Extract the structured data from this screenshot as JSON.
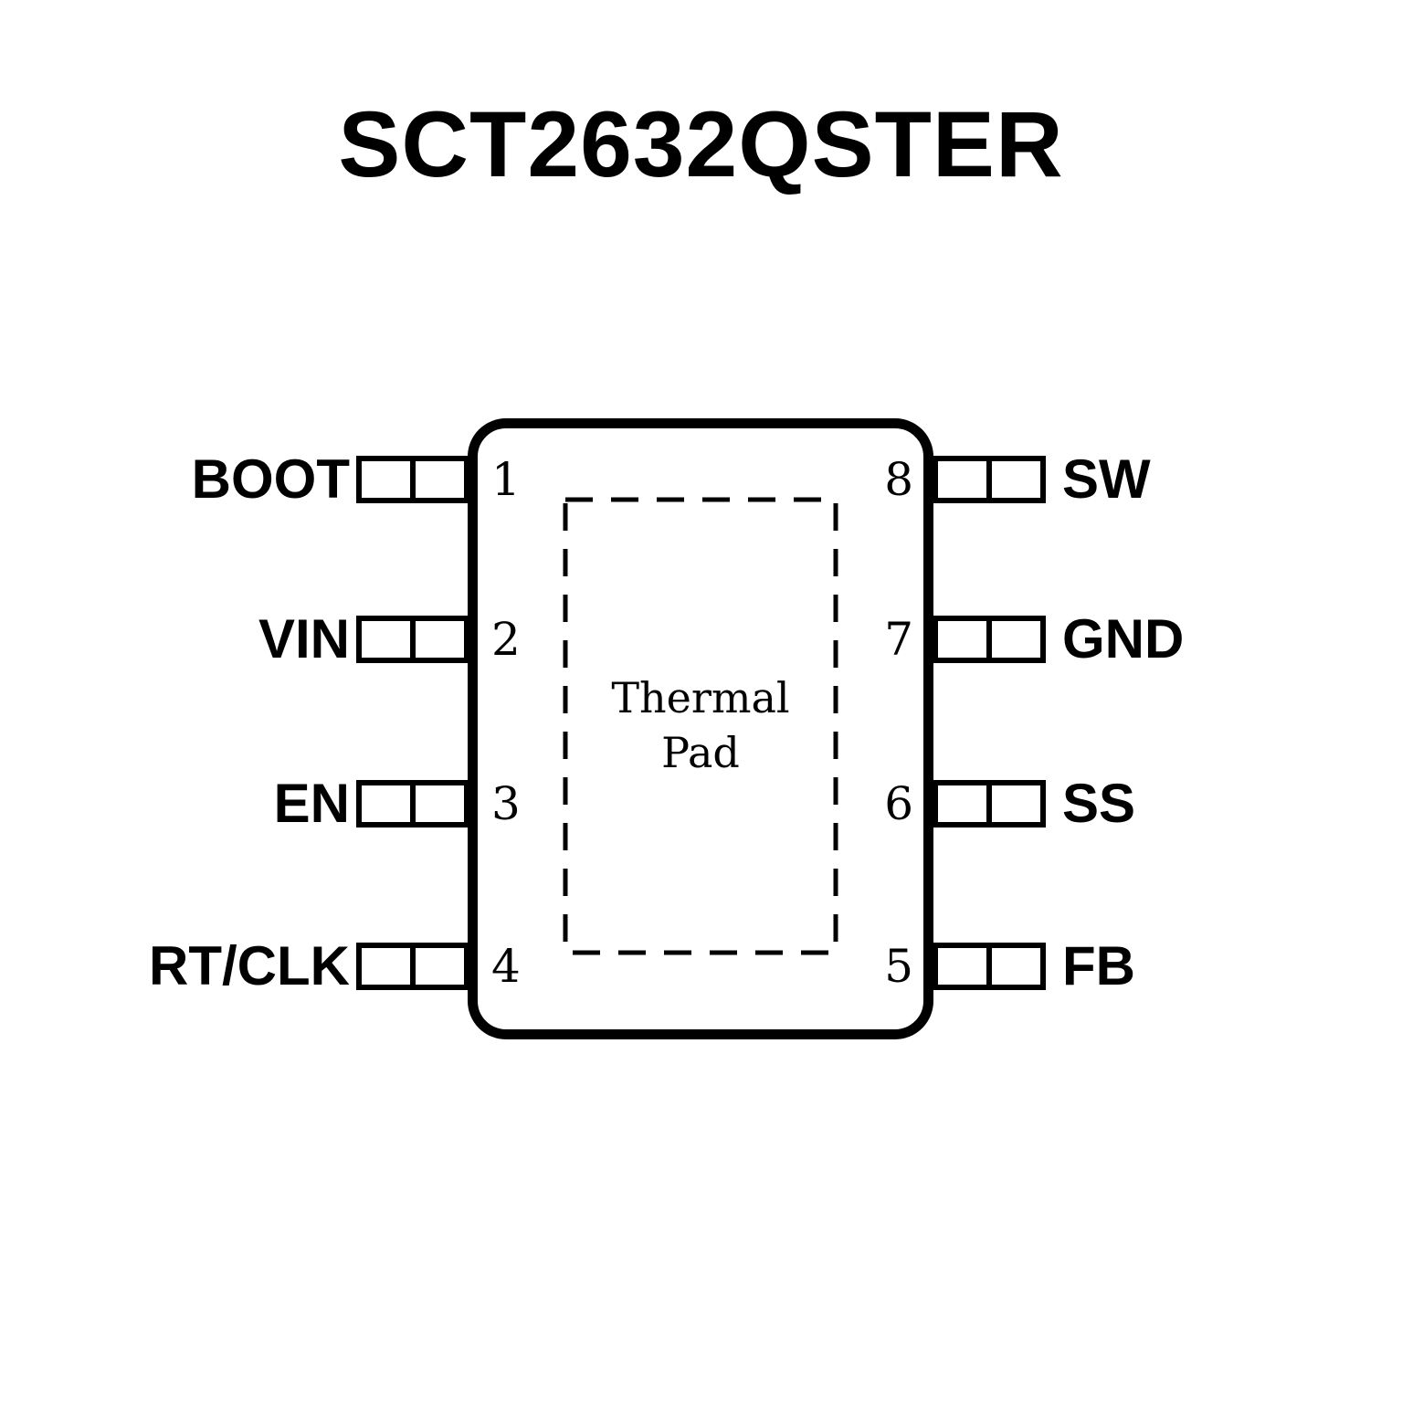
{
  "title": "SCT2632QSTER",
  "chip": {
    "thermal_pad": {
      "line1": "Thermal",
      "line2": "Pad"
    },
    "left_pins": [
      {
        "number": "1",
        "label": "BOOT"
      },
      {
        "number": "2",
        "label": "VIN"
      },
      {
        "number": "3",
        "label": "EN"
      },
      {
        "number": "4",
        "label": "RT/CLK"
      }
    ],
    "right_pins": [
      {
        "number": "8",
        "label": "SW"
      },
      {
        "number": "7",
        "label": "GND"
      },
      {
        "number": "6",
        "label": "SS"
      },
      {
        "number": "5",
        "label": "FB"
      }
    ]
  },
  "colors": {
    "ink": "#000000",
    "background": "#ffffff"
  }
}
